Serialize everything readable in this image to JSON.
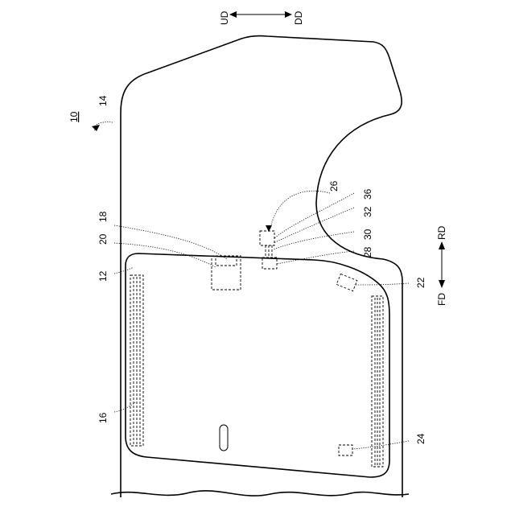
{
  "figure": {
    "reference_numerals": {
      "assembly": "10",
      "cover": "12",
      "body": "14",
      "strip_left": "16",
      "part_18": "18",
      "part_20": "20",
      "part_22": "22",
      "part_24": "24",
      "part_26": "26",
      "part_28": "28",
      "part_30": "30",
      "part_32": "32",
      "part_36": "36"
    },
    "direction_labels": {
      "up": "UD",
      "down": "DD",
      "rear": "RD",
      "front": "FD"
    }
  }
}
